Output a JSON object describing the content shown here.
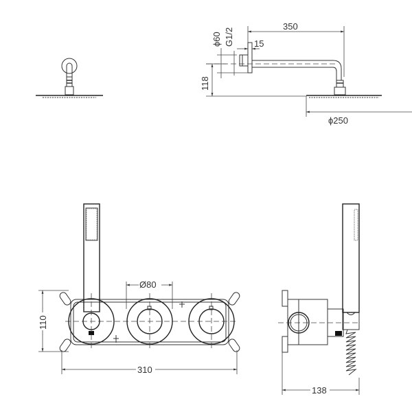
{
  "dimensions": {
    "arm_length": "350",
    "wall_flange_diameter": "ϕ60",
    "thread": "G1/2",
    "flange_depth": "15",
    "height_offset": "118",
    "head_diameter": "ϕ250",
    "handle_diameter": "Ø80",
    "panel_height": "110",
    "panel_width": "310",
    "side_depth": "138"
  },
  "colors": {
    "line": "#333333",
    "background": "#ffffff"
  }
}
